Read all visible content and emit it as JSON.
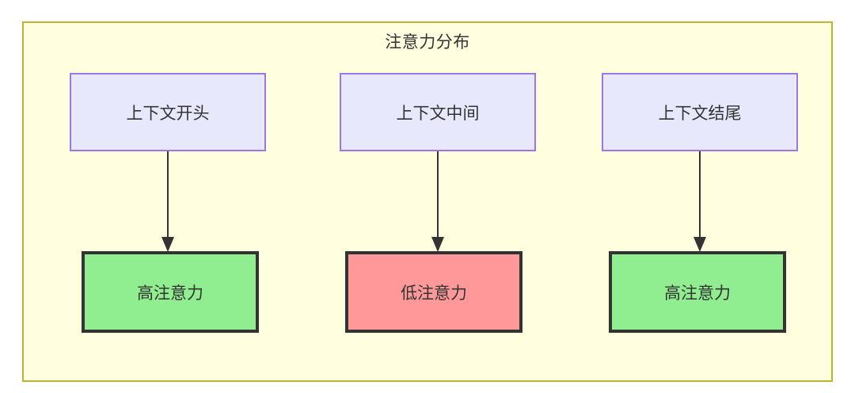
{
  "diagram": {
    "title": "注意力分布",
    "background_color": "#ffffe0",
    "border_color": "#bdb434",
    "nodes_top": [
      {
        "id": "context-start",
        "label": "上下文开头",
        "fill": "#e8e8fc",
        "stroke": "#9d76e0"
      },
      {
        "id": "context-middle",
        "label": "上下文中间",
        "fill": "#e8e8fc",
        "stroke": "#9d76e0"
      },
      {
        "id": "context-end",
        "label": "上下文结尾",
        "fill": "#e8e8fc",
        "stroke": "#9d76e0"
      }
    ],
    "nodes_bottom": [
      {
        "id": "high-attention-start",
        "label": "高注意力",
        "fill": "#90ee90",
        "stroke": "#333333"
      },
      {
        "id": "low-attention-middle",
        "label": "低注意力",
        "fill": "#ff9999",
        "stroke": "#333333"
      },
      {
        "id": "high-attention-end",
        "label": "高注意力",
        "fill": "#90ee90",
        "stroke": "#333333"
      }
    ],
    "edges": [
      {
        "from": "context-start",
        "to": "high-attention-start",
        "label": ""
      },
      {
        "from": "context-middle",
        "to": "low-attention-middle",
        "label": ""
      },
      {
        "from": "context-end",
        "to": "high-attention-end",
        "label": ""
      }
    ]
  }
}
